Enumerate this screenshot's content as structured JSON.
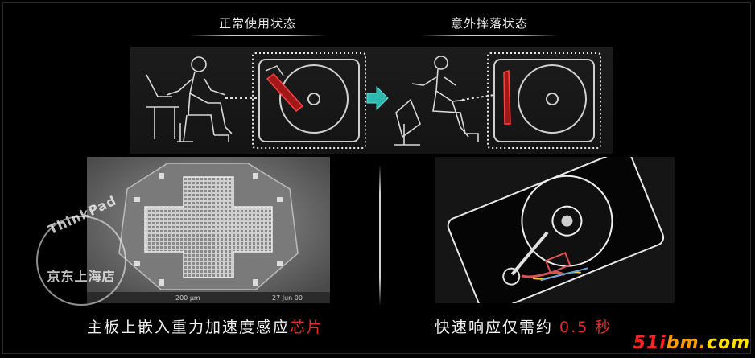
{
  "top": {
    "left_heading": "正常使用状态",
    "right_heading": "意外摔落状态"
  },
  "captions": {
    "left_main": "主板上嵌入重力加速度感应",
    "left_highlight": "芯片",
    "right_main": "快速响应仅需约 ",
    "right_highlight": "0.5 秒"
  },
  "watermark": {
    "brand": "ThinkPad",
    "store": "京东上海店"
  },
  "chip_image_text": {
    "date": "27 Jun 00",
    "scale": "200 μm"
  },
  "logo": {
    "text": "51ibm.com",
    "colors": [
      "#ff2222",
      "#ff9900",
      "#ffe000"
    ]
  },
  "colors": {
    "accent_red": "#e52a2a",
    "arrow_teal": "#2fb8b0"
  }
}
